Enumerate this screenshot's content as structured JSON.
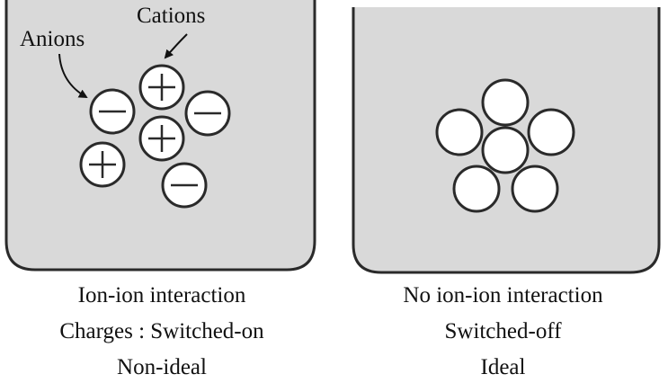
{
  "colors": {
    "beaker_fill": "#d9d9d9",
    "outline": "#2a2a2a",
    "ion_fill": "#ffffff",
    "text": "#111111"
  },
  "left_panel": {
    "label_cations": "Cations",
    "label_anions": "Anions",
    "ions": [
      {
        "charge": "cation",
        "symbol": "+"
      },
      {
        "charge": "anion",
        "symbol": "−"
      },
      {
        "charge": "anion",
        "symbol": "−"
      },
      {
        "charge": "cation",
        "symbol": "+"
      },
      {
        "charge": "cation",
        "symbol": "+"
      },
      {
        "charge": "anion",
        "symbol": "−"
      }
    ],
    "captions": [
      "Ion-ion interaction",
      "Charges : Switched-on",
      "Non-ideal"
    ]
  },
  "right_panel": {
    "particle_count": 6,
    "captions": [
      "No ion-ion interaction",
      "Switched-off",
      "Ideal"
    ]
  }
}
